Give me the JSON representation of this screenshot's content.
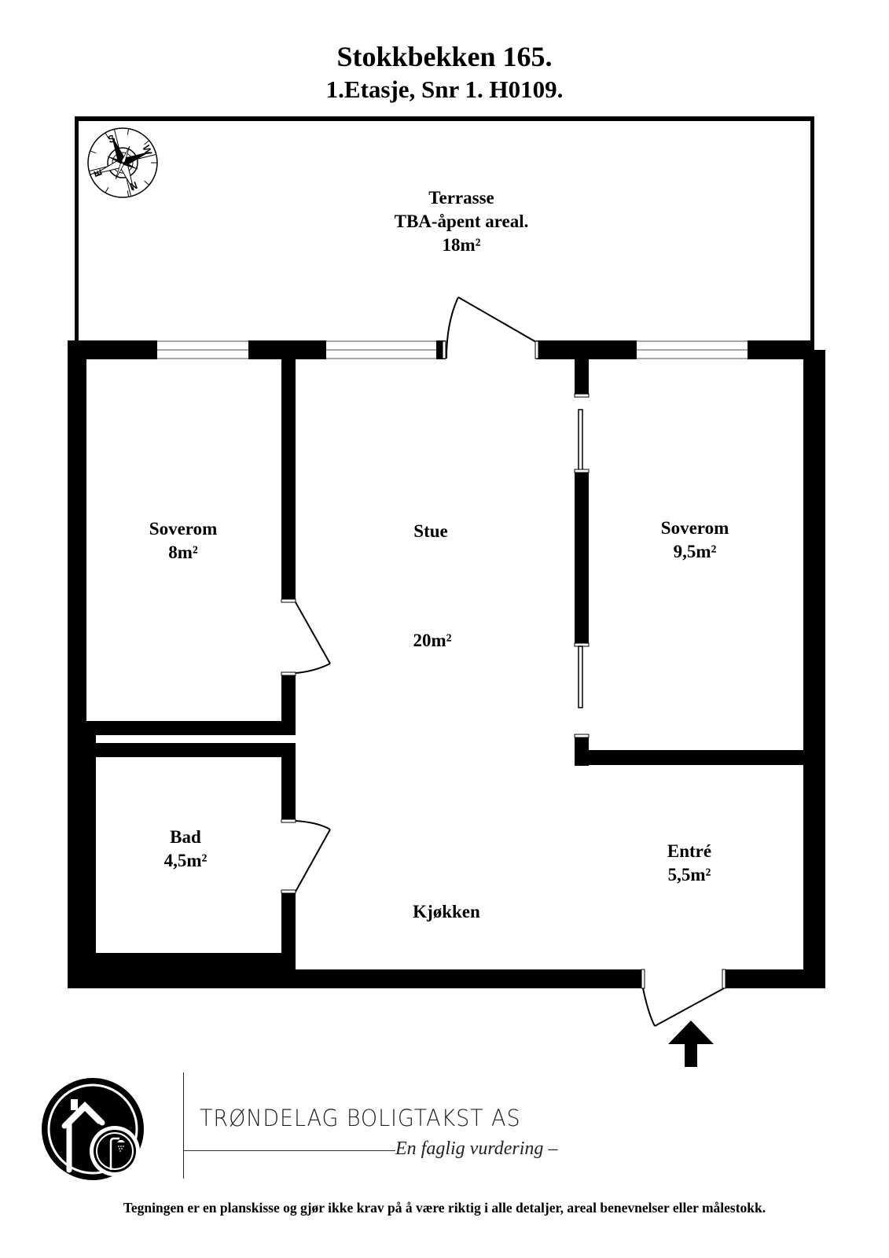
{
  "header": {
    "title": "Stokkbekken 165.",
    "subtitle": "1.Etasje, Snr 1. H0109."
  },
  "compass": {
    "icon": "compass-rose-icon",
    "labels": [
      "S",
      "W",
      "N",
      "E"
    ]
  },
  "rooms": {
    "terrasse": {
      "name": "Terrasse",
      "note": "TBA-åpent areal.",
      "area": "18m²"
    },
    "soverom_left": {
      "name": "Soverom",
      "area": "8m²"
    },
    "stue": {
      "name": "Stue",
      "area": "20m²"
    },
    "soverom_right": {
      "name": "Soverom",
      "area": "9,5m²"
    },
    "bad": {
      "name": "Bad",
      "area": "4,5m²"
    },
    "entre": {
      "name": "Entré",
      "area": "5,5m²"
    },
    "kjokken": {
      "name": "Kjøkken"
    }
  },
  "entrance": {
    "icon": "entrance-arrow-icon"
  },
  "branding": {
    "company": "TRØNDELAG BOLIGTAKST AS",
    "tagline": "En faglig vurdering –",
    "logo_icon": "house-shower-logo-icon"
  },
  "footer": {
    "disclaimer": "Tegningen er en planskisse og gjør ikke krav på å være riktig i alle detaljer, areal benevnelser eller målestokk."
  },
  "colors": {
    "wall": "#000000",
    "background": "#ffffff",
    "window_line": "#888888"
  }
}
